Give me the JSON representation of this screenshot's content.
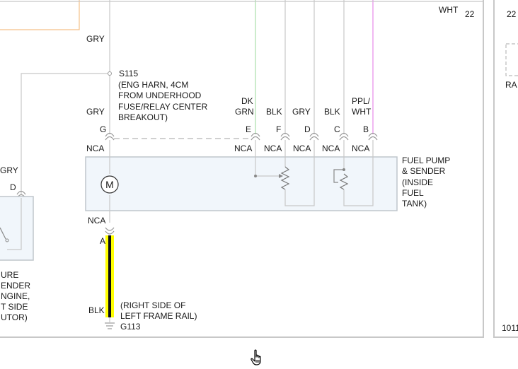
{
  "colors": {
    "wire_gray": "#c8c8c8",
    "wire_green": "#a9dfa9",
    "wire_orange": "#f5c089",
    "wire_pink": "#e58ae8",
    "ground_yellow": "#ffff00",
    "ground_black": "#111111",
    "component_fill": "#f1f6fb"
  },
  "top": {
    "wht_label": "WHT",
    "page_ref_left": "22",
    "page_ref_right": "22"
  },
  "splice": {
    "wire_color": "GRY",
    "id": "S115",
    "desc": [
      "(ENG HARN, 4CM",
      "FROM UNDERHOOD",
      "FUSE/RELAY CENTER",
      "BREAKOUT)"
    ]
  },
  "pins": [
    {
      "wire": [
        "GRY"
      ],
      "pin": "G",
      "nca": "NCA"
    },
    {
      "wire": [
        "DK",
        "GRN"
      ],
      "pin": "E",
      "nca": "NCA"
    },
    {
      "wire": [
        "BLK"
      ],
      "pin": "F",
      "nca": "NCA"
    },
    {
      "wire": [
        "GRY"
      ],
      "pin": "D",
      "nca": "NCA"
    },
    {
      "wire": [
        "BLK"
      ],
      "pin": "C",
      "nca": "NCA"
    },
    {
      "wire": [
        "PPL/",
        "WHT"
      ],
      "pin": "B",
      "nca": "NCA"
    }
  ],
  "fuel_pump": {
    "label": [
      "FUEL PUMP",
      "& SENDER",
      "(INSIDE",
      "FUEL",
      "TANK)"
    ],
    "motor_symbol": "M"
  },
  "ground": {
    "nca": "NCA",
    "pin": "A",
    "wire": "BLK",
    "location": [
      "(RIGHT SIDE OF",
      "LEFT FRAME RAIL)"
    ],
    "id": "G113"
  },
  "left_component": {
    "wire": "GRY",
    "pin": "D",
    "label": [
      "URE",
      "ENDER",
      "NGINE,",
      "T SIDE",
      "UTOR)"
    ]
  },
  "right_panel": {
    "ref_top": "22",
    "ref_mid": "RA",
    "ref_bottom": "1011"
  },
  "cursor": {
    "name": "hand-cursor"
  }
}
